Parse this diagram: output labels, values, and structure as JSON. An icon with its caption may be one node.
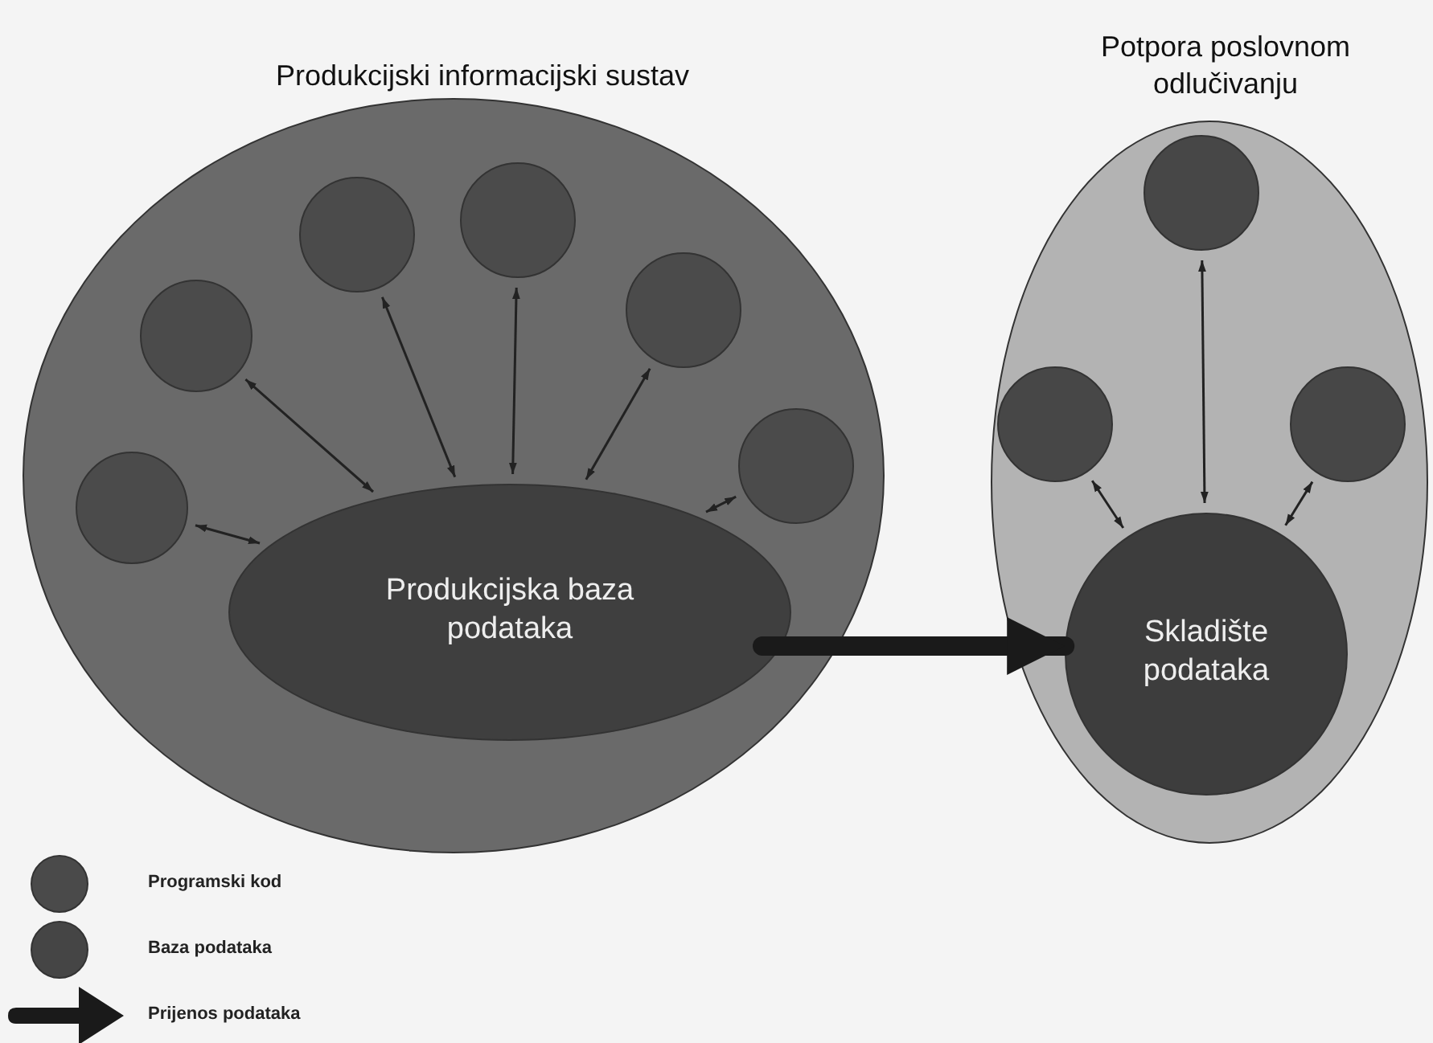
{
  "diagram": {
    "nodes": [
      {
        "text": [
          "Produkcijski informacijski sustav"
        ]
      },
      {
        "text": [],
        "shape": "circle",
        "in": 0
      },
      {
        "text": [],
        "shape": "circle",
        "in": 0
      },
      {
        "text": [],
        "shape": "circle",
        "in": 0
      },
      {
        "text": [],
        "shape": "circle",
        "in": 0
      },
      {
        "text": [],
        "shape": "circle",
        "in": 0
      },
      {
        "text": [],
        "shape": "circle",
        "in": 0
      },
      {
        "text": [
          "Produkcijska baza podataka"
        ],
        "in": 0
      },
      {
        "text": [
          "Potpora poslovnom odlučivanju"
        ]
      },
      {
        "text": [],
        "shape": "circle",
        "in": 8
      },
      {
        "text": [],
        "shape": "circle",
        "in": 8
      },
      {
        "text": [],
        "shape": "circle",
        "in": 8
      },
      {
        "text": [
          "Skladište podataka"
        ],
        "in": 8
      }
    ],
    "edges": [
      {
        "from": 1,
        "to": 7,
        "arrow": "both"
      },
      {
        "from": 2,
        "to": 7,
        "arrow": "both"
      },
      {
        "from": 3,
        "to": 7,
        "arrow": "both"
      },
      {
        "from": 4,
        "to": 7,
        "arrow": "both"
      },
      {
        "from": 5,
        "to": 7,
        "arrow": "both"
      },
      {
        "from": 6,
        "to": 7,
        "arrow": "both"
      },
      {
        "from": 9,
        "to": 12,
        "arrow": "both"
      },
      {
        "from": 10,
        "to": 12,
        "arrow": "both"
      },
      {
        "from": 11,
        "to": 12,
        "arrow": "both"
      },
      {
        "from": 7,
        "to": 12,
        "arrow": "to",
        "style": "thick"
      }
    ],
    "legend": [
      {
        "text": "Programski kod",
        "color": "#4a4a4a"
      },
      {
        "text": "Baza podataka",
        "color": "#454545"
      },
      {
        "text": "Prijenos podataka"
      }
    ]
  }
}
